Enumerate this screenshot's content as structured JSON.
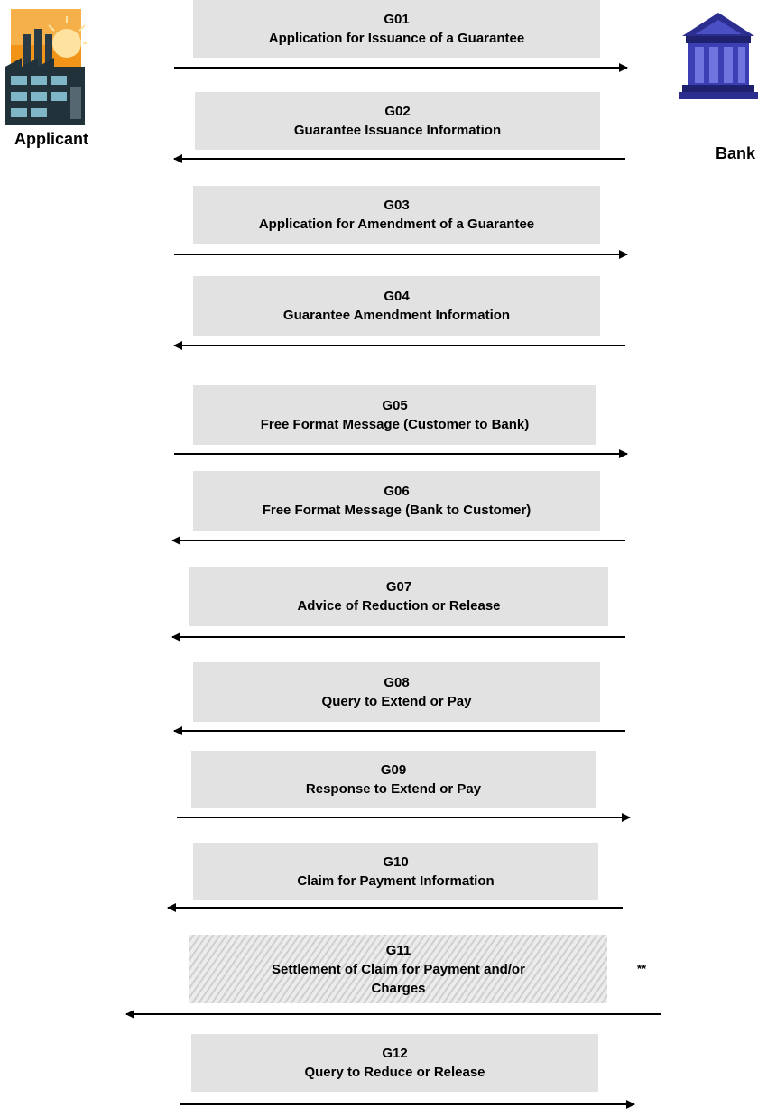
{
  "actors": {
    "applicant": {
      "label": "Applicant",
      "icon": "factory-icon"
    },
    "bank": {
      "label": "Bank",
      "icon": "bank-building-icon"
    }
  },
  "messages": [
    {
      "code": "G01",
      "title": "Application for Issuance of a Guarantee",
      "direction": "to-bank"
    },
    {
      "code": "G02",
      "title": "Guarantee Issuance Information",
      "direction": "to-applicant"
    },
    {
      "code": "G03",
      "title": "Application for Amendment of a Guarantee",
      "direction": "to-bank"
    },
    {
      "code": "G04",
      "title": "Guarantee Amendment Information",
      "direction": "to-applicant"
    },
    {
      "code": "G05",
      "title": "Free Format Message (Customer to Bank)",
      "direction": "to-bank"
    },
    {
      "code": "G06",
      "title": "Free Format Message (Bank to Customer)",
      "direction": "to-applicant"
    },
    {
      "code": "G07",
      "title": "Advice of Reduction or Release",
      "direction": "to-applicant"
    },
    {
      "code": "G08",
      "title": "Query to Extend or Pay",
      "direction": "to-applicant"
    },
    {
      "code": "G09",
      "title": "Response to Extend or Pay",
      "direction": "to-bank"
    },
    {
      "code": "G10",
      "title": "Claim for Payment Information",
      "direction": "to-applicant"
    },
    {
      "code": "G11",
      "title": "Settlement of Claim for Payment and/or Charges",
      "direction": "to-applicant",
      "style": "hatched",
      "note": "**"
    },
    {
      "code": "G12",
      "title": "Query to Reduce or Release",
      "direction": "to-bank"
    }
  ],
  "colors": {
    "box": "#e2e2e2",
    "arrow": "#000000",
    "factory": "#f39a1e",
    "bank": "#3a3aa8"
  }
}
